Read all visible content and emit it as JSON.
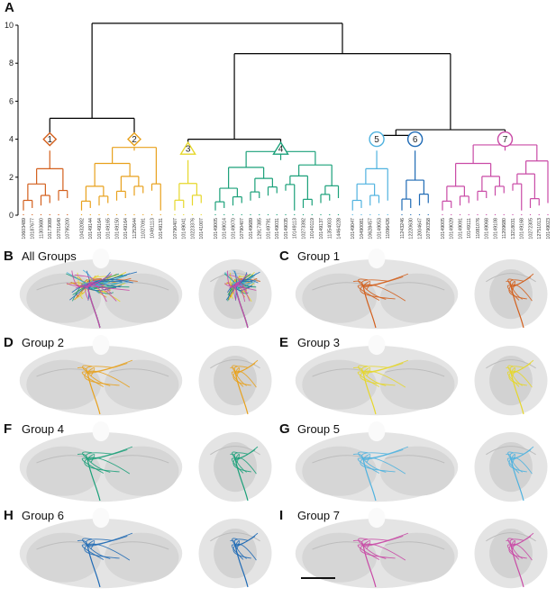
{
  "panels": {
    "A": "A",
    "B": "B",
    "C": "C",
    "D": "D",
    "E": "E",
    "F": "F",
    "G": "G",
    "H": "H",
    "I": "I"
  },
  "dendrogram": {
    "y_ticks": [
      "0",
      "2",
      "4",
      "6",
      "8",
      "10"
    ],
    "ylim": [
      0,
      10
    ],
    "groups": [
      {
        "id": "1",
        "shape": "diamond",
        "color": "#d35f1c",
        "height": 4.0,
        "leaves": [
          "10603489",
          "10187677",
          "11303680",
          "10173089",
          "10701640",
          "10795200"
        ]
      },
      {
        "id": "2",
        "shape": "diamond",
        "color": "#e8a11c",
        "height": 4.0,
        "leaves": [
          "10432082",
          "10149144",
          "10149164",
          "10149165",
          "10149150",
          "10149164",
          "11252644",
          "11027091",
          "10491113",
          "10149131"
        ]
      },
      {
        "id": "3",
        "shape": "triangle",
        "color": "#e6d72a",
        "height": 3.5,
        "leaves": [
          "10790407",
          "10149041",
          "10223376",
          "10141007"
        ]
      },
      {
        "id": "4",
        "shape": "triangle",
        "color": "#1aa079",
        "height": 3.5,
        "leaves": [
          "10149005",
          "10149014",
          "10149070",
          "10790407",
          "10149689",
          "12917385",
          "10149791",
          "10149031",
          "10149035",
          "10149113",
          "10273392",
          "10140119",
          "10149137",
          "11354003",
          "14464228"
        ]
      },
      {
        "id": "5",
        "shape": "circle",
        "color": "#4fb2df",
        "height": 4.0,
        "leaves": [
          "10149047",
          "10490081",
          "10628457",
          "10149053",
          "11096426"
        ]
      },
      {
        "id": "6",
        "shape": "circle",
        "color": "#1f6ab5",
        "height": 4.0,
        "leaves": [
          "11243246",
          "12220630",
          "12004647",
          "10790358"
        ]
      },
      {
        "id": "7",
        "shape": "circle",
        "color": "#c94aa6",
        "height": 4.0,
        "leaves": [
          "10149005",
          "10149029",
          "10149091",
          "10149111",
          "11081076",
          "10149068",
          "10149108",
          "11209680",
          "13218031",
          "10149168",
          "10272305",
          "12751013",
          "10149023"
        ]
      }
    ],
    "link_color": "#000000"
  },
  "brain_panels": [
    {
      "letter": "B",
      "title": "All Groups",
      "color": "multi"
    },
    {
      "letter": "C",
      "title": "Group 1",
      "color": "#d35f1c"
    },
    {
      "letter": "D",
      "title": "Group 2",
      "color": "#e8a11c"
    },
    {
      "letter": "E",
      "title": "Group 3",
      "color": "#e6d72a"
    },
    {
      "letter": "F",
      "title": "Group 4",
      "color": "#1aa079"
    },
    {
      "letter": "G",
      "title": "Group 5",
      "color": "#4fb2df"
    },
    {
      "letter": "H",
      "title": "Group 6",
      "color": "#1f6ab5"
    },
    {
      "letter": "I",
      "title": "Group 7",
      "color": "#c94aa6"
    }
  ]
}
